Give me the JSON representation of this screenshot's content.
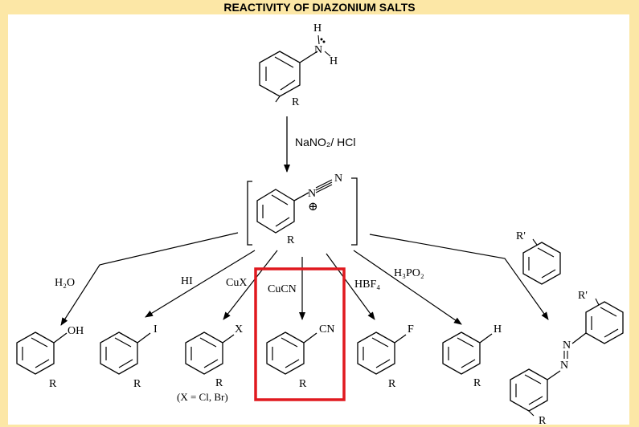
{
  "title": "REACTIVITY OF DIAZONIUM SALTS",
  "start": {
    "H1": "H",
    "N": "N",
    "H2": "H",
    "R": "R"
  },
  "step1_reagent": "NaNO₂/ HCl",
  "diazonium": {
    "N1": "N",
    "N2": "N",
    "charge": "⊕",
    "R": "R"
  },
  "reactions": [
    {
      "reagent": "H₂O",
      "substituent": "OH",
      "R": "R"
    },
    {
      "reagent": "HI",
      "substituent": "I",
      "R": "R"
    },
    {
      "reagent": "CuX",
      "substituent": "X",
      "R": "R",
      "note": "(X = Cl, Br)"
    },
    {
      "reagent": "CuCN",
      "substituent": "CN",
      "R": "R",
      "highlight": true
    },
    {
      "reagent": "HBF₄",
      "substituent": "F",
      "R": "R"
    },
    {
      "reagent": "H₃PO₂",
      "substituent": "H",
      "R": "R"
    }
  ],
  "coupling": {
    "reagent_sub": "R'",
    "product_Rprime": "R'",
    "N1": "N",
    "N2": "N",
    "R": "R"
  },
  "colors": {
    "background": "#fce7a6",
    "panel": "#ffffff",
    "highlight": "#e0191f",
    "lines": "#000000"
  }
}
